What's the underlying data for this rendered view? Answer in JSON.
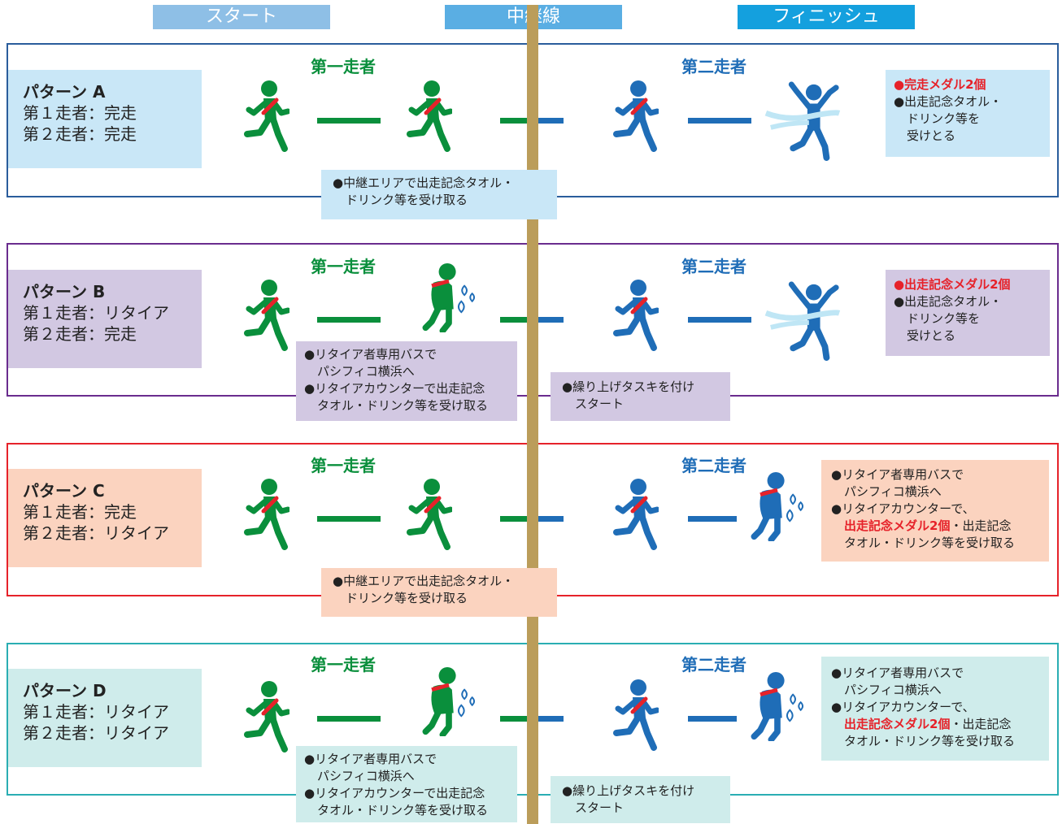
{
  "header": {
    "start": "スタート",
    "relay": "中継線",
    "finish": "フィニッシュ"
  },
  "colors": {
    "green": "#0a8f3c",
    "blue": "#1f6db7",
    "header_start": "#8ebfe6",
    "header_relay": "#5aaee3",
    "header_finish": "#14a0de",
    "relay_pole": "#bb9d5a"
  },
  "icons": {
    "runner": "runner-icon",
    "finisher": "finish-tape-runner-icon",
    "tired": "tired-walker-icon"
  },
  "patterns": [
    {
      "id": "A",
      "title": "パターン A",
      "line1": "第１走者：完走",
      "line2": "第２走者：完走",
      "runner1": "第一走者",
      "runner2": "第二走者",
      "relay_box": [
        "●中継エリアで出走記念タオル・",
        "ドリンク等を受け取る"
      ],
      "result_box": [
        "●完走メダル2個",
        "●出走記念タオル・",
        "ドリンク等を",
        "受けとる"
      ]
    },
    {
      "id": "B",
      "title": "パターン B",
      "line1": "第１走者：リタイア",
      "line2": "第２走者：完走",
      "runner1": "第一走者",
      "runner2": "第二走者",
      "retire_box": [
        "●リタイア者専用バスで",
        "パシフィコ横浜へ",
        "●リタイアカウンターで出走記念",
        "タオル・ドリンク等を受け取る"
      ],
      "restart_box": [
        "●繰り上げタスキを付け",
        "スタート"
      ],
      "result_box": [
        "●出走記念メダル2個",
        "●出走記念タオル・",
        "ドリンク等を",
        "受けとる"
      ]
    },
    {
      "id": "C",
      "title": "パターン C",
      "line1": "第１走者：完走",
      "line2": "第２走者：リタイア",
      "runner1": "第一走者",
      "runner2": "第二走者",
      "relay_box": [
        "●中継エリアで出走記念タオル・",
        "ドリンク等を受け取る"
      ],
      "result_box": [
        "●リタイア者専用バスで",
        "パシフィコ横浜へ",
        "●リタイアカウンターで、",
        "出走記念メダル2個",
        "・出走記念",
        "タオル・ドリンク等を受け取る"
      ]
    },
    {
      "id": "D",
      "title": "パターン D",
      "line1": "第１走者：リタイア",
      "line2": "第２走者：リタイア",
      "runner1": "第一走者",
      "runner2": "第二走者",
      "retire_box": [
        "●リタイア者専用バスで",
        "パシフィコ横浜へ",
        "●リタイアカウンターで出走記念",
        "タオル・ドリンク等を受け取る"
      ],
      "restart_box": [
        "●繰り上げタスキを付け",
        "スタート"
      ],
      "result_box": [
        "●リタイア者専用バスで",
        "パシフィコ横浜へ",
        "●リタイアカウンターで、",
        "出走記念メダル2個",
        "・出走記念",
        "タオル・ドリンク等を受け取る"
      ]
    }
  ]
}
